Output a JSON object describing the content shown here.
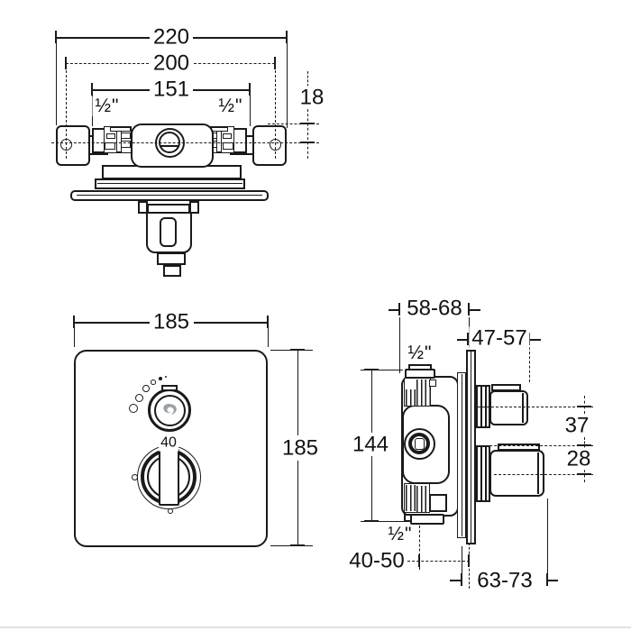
{
  "drawing": {
    "colors": {
      "line": "#1a1a1a",
      "logo_gray": "#9aa0a3",
      "footer_strip": "#e2e2e2"
    },
    "top_view": {
      "dims": {
        "overall_width": "220",
        "hole_centers": "200",
        "connections": "151",
        "bracket_offset": "18",
        "left_connection": "½\"",
        "right_connection": "½\""
      }
    },
    "front_view": {
      "dims": {
        "plate_width": "185",
        "plate_height": "185"
      },
      "temp_knob_label": "40"
    },
    "side_view": {
      "dims": {
        "body_depth": "58-68",
        "knob_projection": "47-57",
        "top_connection": "½\"",
        "body_height": "144",
        "outlet_spacing": "37",
        "outlet_offset": "28",
        "bottom_connection": "½\"",
        "bottom_depth": "40-50",
        "bottom_projection": "63-73"
      }
    }
  }
}
